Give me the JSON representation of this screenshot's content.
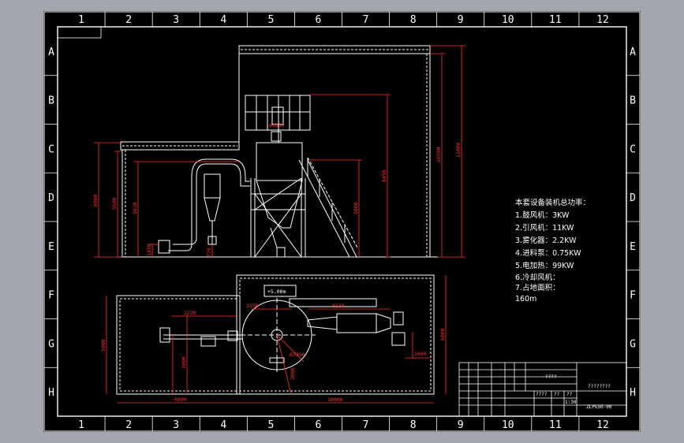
{
  "border": {
    "columns": [
      "1",
      "2",
      "3",
      "4",
      "5",
      "6",
      "7",
      "8",
      "9",
      "10",
      "11",
      "12"
    ],
    "rows": [
      "A",
      "B",
      "C",
      "D",
      "E",
      "F",
      "G",
      "H"
    ]
  },
  "elevation": {
    "dims": {
      "d6000": "6000",
      "d5500": "5500",
      "d5010": "5010",
      "d1450": "1450",
      "d770": "770",
      "d3350": "ø3350",
      "d8450": "8450",
      "d5000": "5000",
      "d10500": "10500",
      "d11000": "11000"
    }
  },
  "plan": {
    "labels": {
      "elev": "+5.00m",
      "d3350": "3350",
      "d8530": "8530",
      "d2220": "2220",
      "d5000": "5000",
      "d3000": "3000",
      "d2000": "2000",
      "dia": "Ø3350",
      "d1000": "1000",
      "d6000v": "6000",
      "d6000h": "6000",
      "d10000": "10000"
    }
  },
  "notes": {
    "title": "本套设备装机总功率：",
    "lines": [
      "1.鼓风机：3KW",
      "2.引风机：11KW",
      "3.雾化器：2.2KW",
      "4.进料泵：0.75KW",
      "5.电加热：99KW",
      "6.冷却风机：",
      "7.占地面积：",
      "160m"
    ]
  },
  "titleblock": {
    "name": "????",
    "company": "????????",
    "r1": "????",
    "r2": "??",
    "r3": "??",
    "scale": "1:30",
    "code": "ZLPG50-00"
  }
}
